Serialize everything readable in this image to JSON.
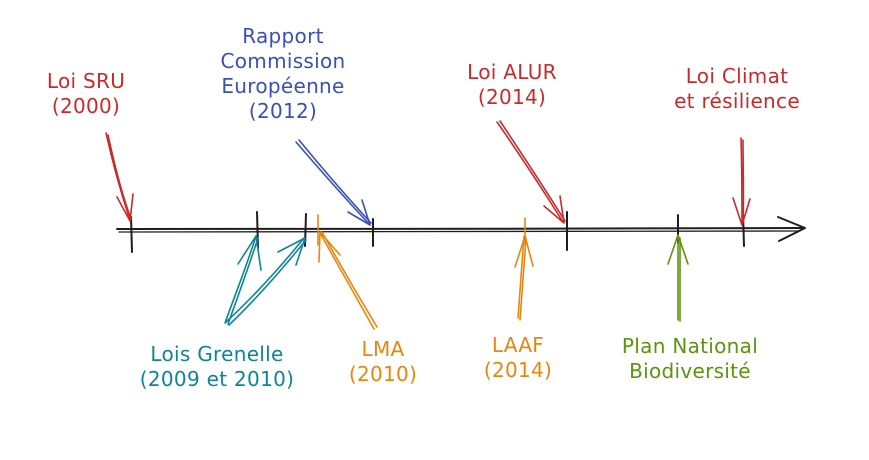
{
  "colors": {
    "red": "#c92a2a",
    "blue": "#3b4fb8",
    "teal": "#0c8599",
    "orange": "#e8860c",
    "green": "#5c940d",
    "axis": "#1e1e1e"
  },
  "labels": {
    "sru": {
      "line1": "Loi SRU",
      "line2": "(2000)"
    },
    "rapport": {
      "line1": "Rapport",
      "line2": "Commission",
      "line3": "Européenne",
      "line4": "(2012)"
    },
    "alur": {
      "line1": "Loi ALUR",
      "line2": "(2014)"
    },
    "climat": {
      "line1": "Loi Climat",
      "line2": "et résilience"
    },
    "grenelle": {
      "line1": "Lois Grenelle",
      "line2": "(2009 et 2010)"
    },
    "lma": {
      "line1": "LMA",
      "line2": "(2010)"
    },
    "laaf": {
      "line1": "LAAF",
      "line2": "(2014)"
    },
    "pnb": {
      "line1": "Plan National",
      "line2": "Biodiversité"
    }
  }
}
